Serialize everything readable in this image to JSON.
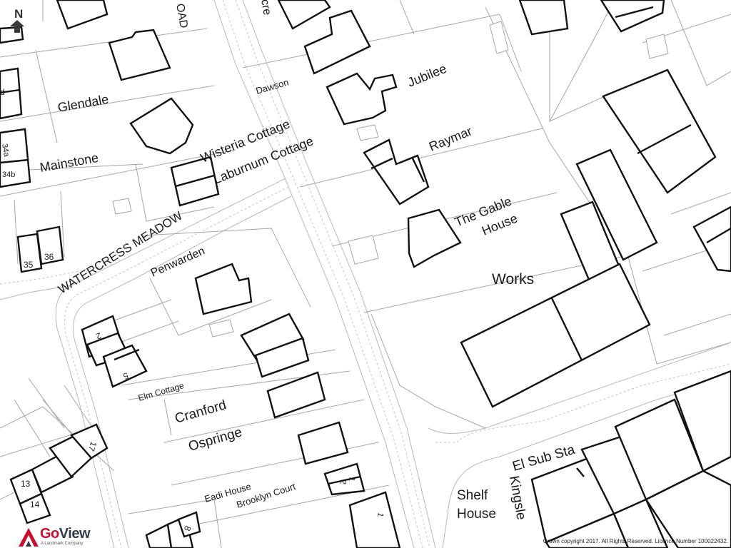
{
  "map": {
    "roads": {
      "road_fragment": "OAD",
      "watercress_meadow": "WATERCRESS MEADOW",
      "kingsley_fragment": "Kingsle",
      "top_fragment": "cre"
    },
    "properties": {
      "glendale": "Glendale",
      "mainstone": "Mainstone",
      "wisteria_cottage": "Wisteria Cottage",
      "laburnum_cottage": "Laburnum Cottage",
      "dawson": "Dawson",
      "jubilee": "Jubilee",
      "raymar": "Raymar",
      "the_gable_house_line1": "The Gable",
      "the_gable_house_line2": "House",
      "works": "Works",
      "penwarden": "Penwarden",
      "elm_cottage": "Elm Cottage",
      "cranford": "Cranford",
      "ospringe": "Ospringe",
      "eadi_house": "Eadi House",
      "brooklyn_court": "Brooklyn Court",
      "el_sub_sta": "El Sub Sta",
      "shelf_house_line1": "Shelf",
      "shelf_house_line2": "House",
      "left_fragment": "d"
    },
    "house_numbers": {
      "n34a": "34a",
      "n34b": "34b",
      "n35": "35",
      "n36": "36",
      "n2": "2",
      "n5": "5",
      "n13": "13",
      "n14": "14",
      "n17": "17",
      "n8": "8",
      "n1a": "1",
      "n2b": "2",
      "n1c": "1"
    }
  },
  "north_indicator": {
    "label": "N",
    "icon": "north-arrow-icon"
  },
  "logo": {
    "brand_go": "Go",
    "brand_view": "View",
    "tagline": "A Landmark Company",
    "accent_color": "#c8102e"
  },
  "copyright": "Crown copyright 2017. All Rights Reserved. Licence Number 100022432."
}
